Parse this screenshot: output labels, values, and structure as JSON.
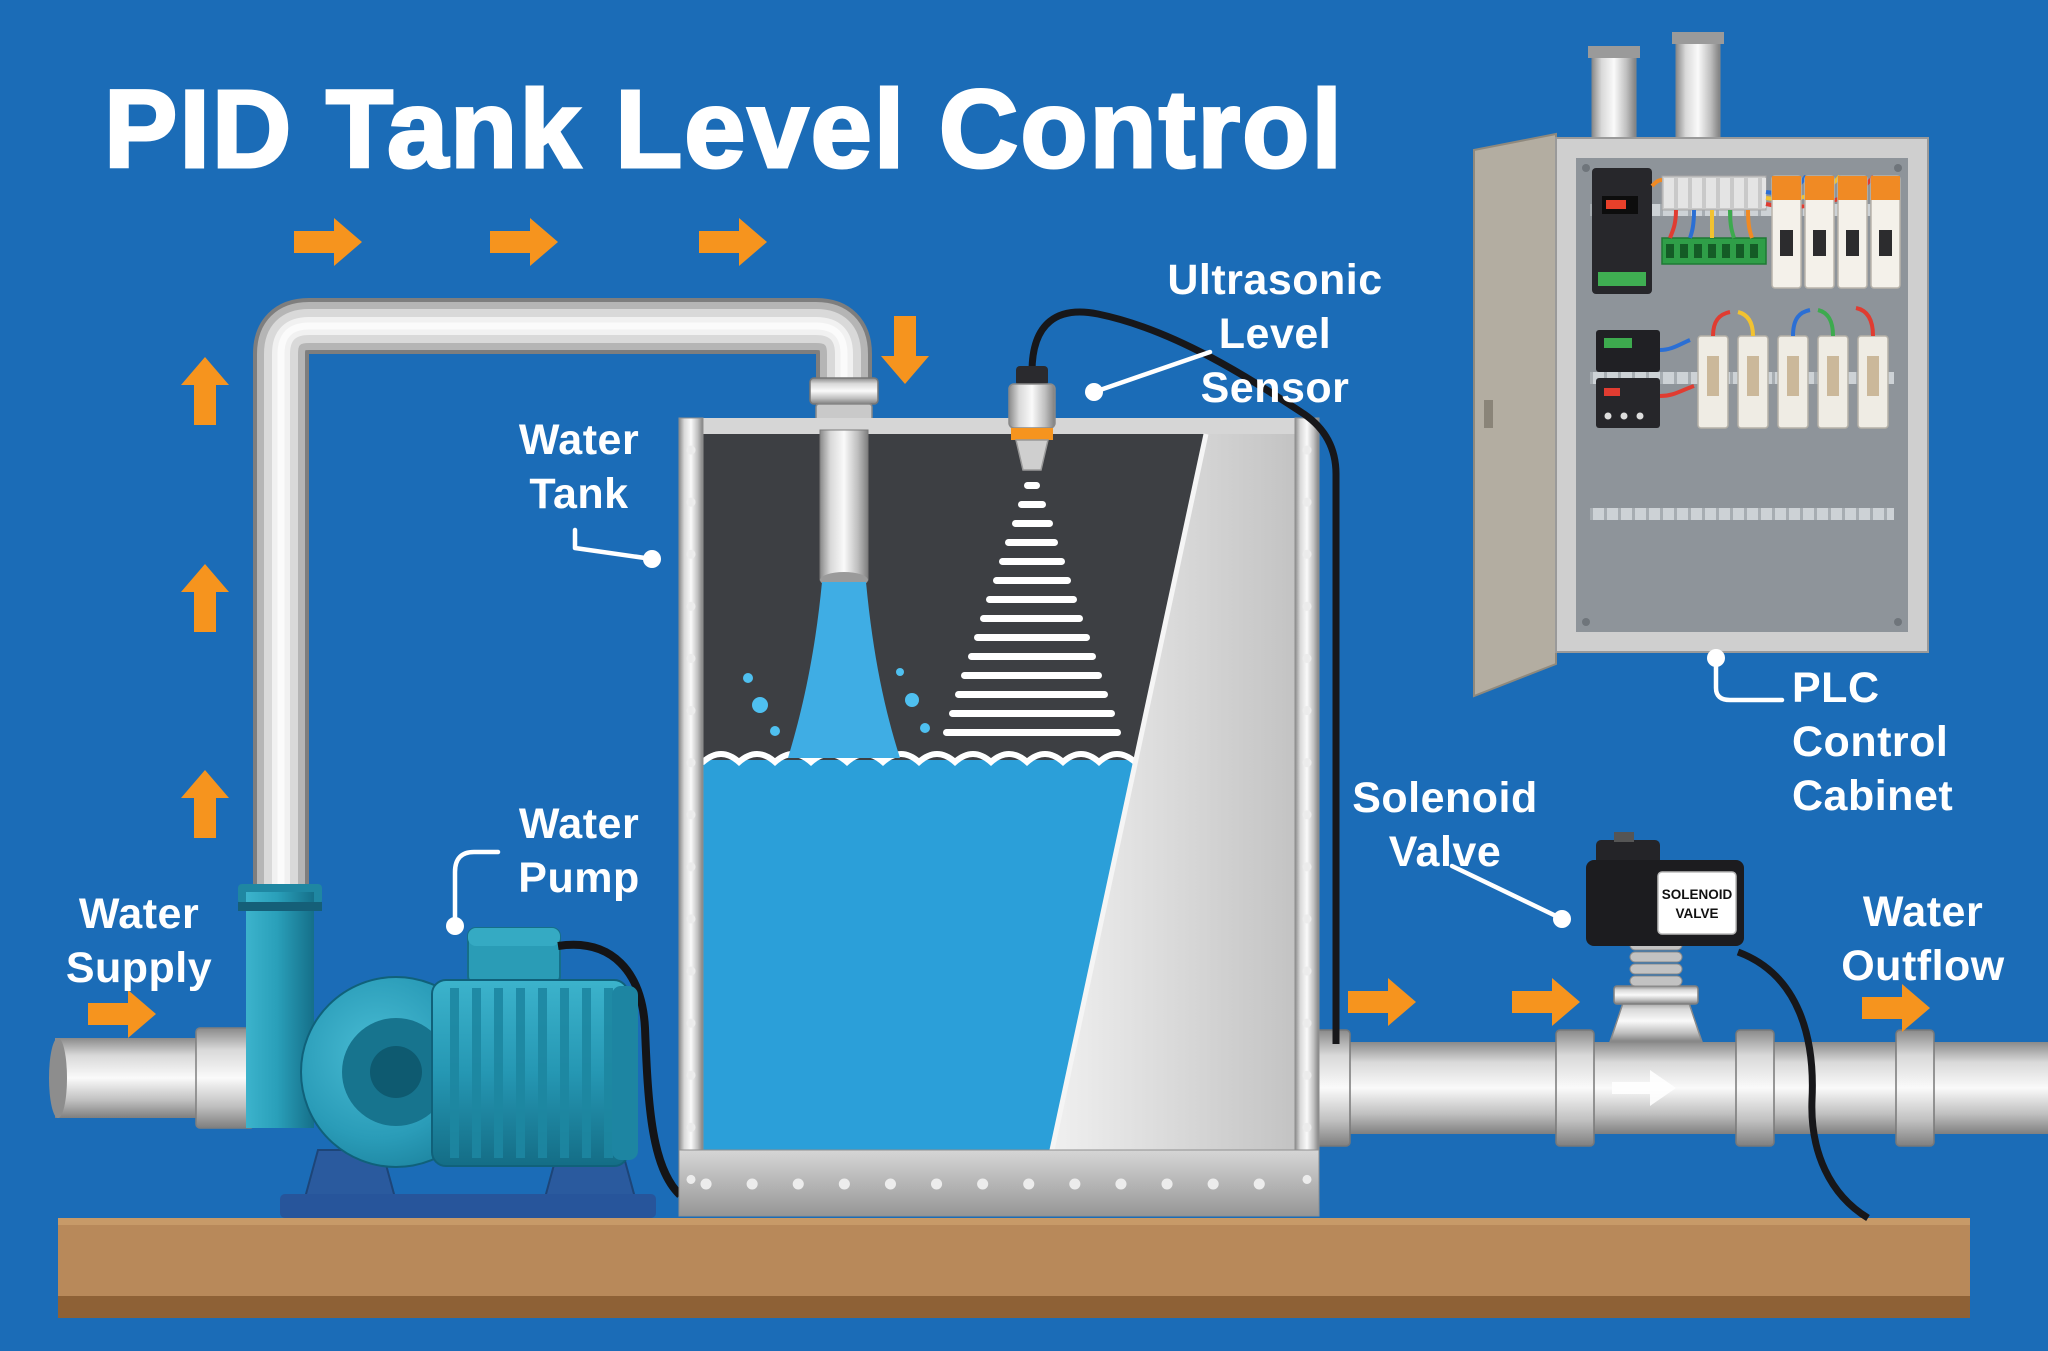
{
  "title": "PID Tank Level Control",
  "labels": {
    "water_supply": {
      "lines": [
        "Water",
        "Supply"
      ]
    },
    "water_pump": {
      "lines": [
        "Water",
        "Pump"
      ]
    },
    "water_tank": {
      "lines": [
        "Water",
        "Tank"
      ]
    },
    "ultrasonic": {
      "lines": [
        "Ultrasonic",
        "Level",
        "Sensor"
      ]
    },
    "solenoid": {
      "lines": [
        "Solenoid",
        "Valve"
      ]
    },
    "plc": {
      "lines": [
        "PLC",
        "Control",
        "Cabinet"
      ]
    },
    "water_outflow": {
      "lines": [
        "Water",
        "Outflow"
      ]
    }
  },
  "valve_plate": {
    "lines": [
      "SOLENOID",
      "VALVE"
    ]
  },
  "colors": {
    "background": "#1B6CB7",
    "flow_arrow_orange": "#F6941E",
    "tank_water_blue": "#2B9FD9",
    "inlet_stream_blue": "#3FADE4",
    "pump_teal": "#2A9FBA",
    "pump_base_blue": "#2A5A9E",
    "metal_light_gray": "#D9D9D9",
    "tank_interior_dark": "#3D3F43",
    "floor_brown": "#B8895A",
    "floor_edge_brown": "#8E6136",
    "cable_black": "#17171A",
    "valve_coil_black": "#1C1C1F",
    "label_white": "#FFFFFF"
  }
}
